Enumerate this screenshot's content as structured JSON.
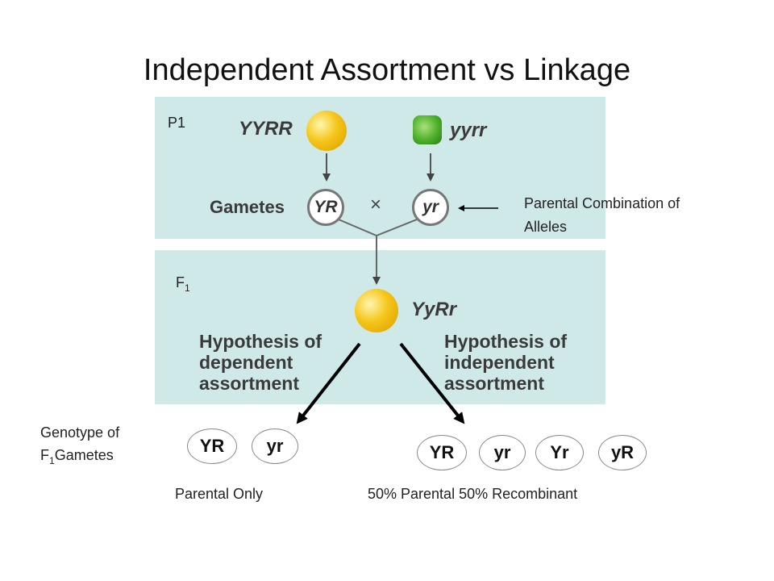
{
  "title": "Independent Assortment vs Linkage",
  "p1_label": "P1",
  "f1_label": {
    "letter": "F",
    "sub": "1"
  },
  "parent1_genotype": "YYRR",
  "parent2_genotype": "yyrr",
  "gametes_label": "Gametes",
  "gamete1": "YR",
  "gamete2": "yr",
  "cross_symbol": "×",
  "f1_genotype": "YyRr",
  "hypothesis_dependent": [
    "Hypothesis of",
    "dependent",
    "assortment"
  ],
  "hypothesis_independent": [
    "Hypothesis of",
    "independent",
    "assortment"
  ],
  "parental_combination_note": [
    "Parental Combination of",
    "Alleles"
  ],
  "genotype_label": {
    "line1": "Genotype of",
    "letter": "F",
    "sub": "1",
    "rest": "Gametes"
  },
  "dependent_gametes": [
    "YR",
    "yr"
  ],
  "independent_gametes": [
    "YR",
    "yr",
    "Yr",
    "yR"
  ],
  "parental_only_caption": "Parental Only",
  "mixed_caption": "50% Parental 50% Recombinant",
  "colors": {
    "panel": "#cfe9e9",
    "pea_yellow": "#f5c518",
    "pea_green": "#4caf2a"
  },
  "icons": [
    "yellow-pea-icon",
    "green-pea-icon"
  ]
}
